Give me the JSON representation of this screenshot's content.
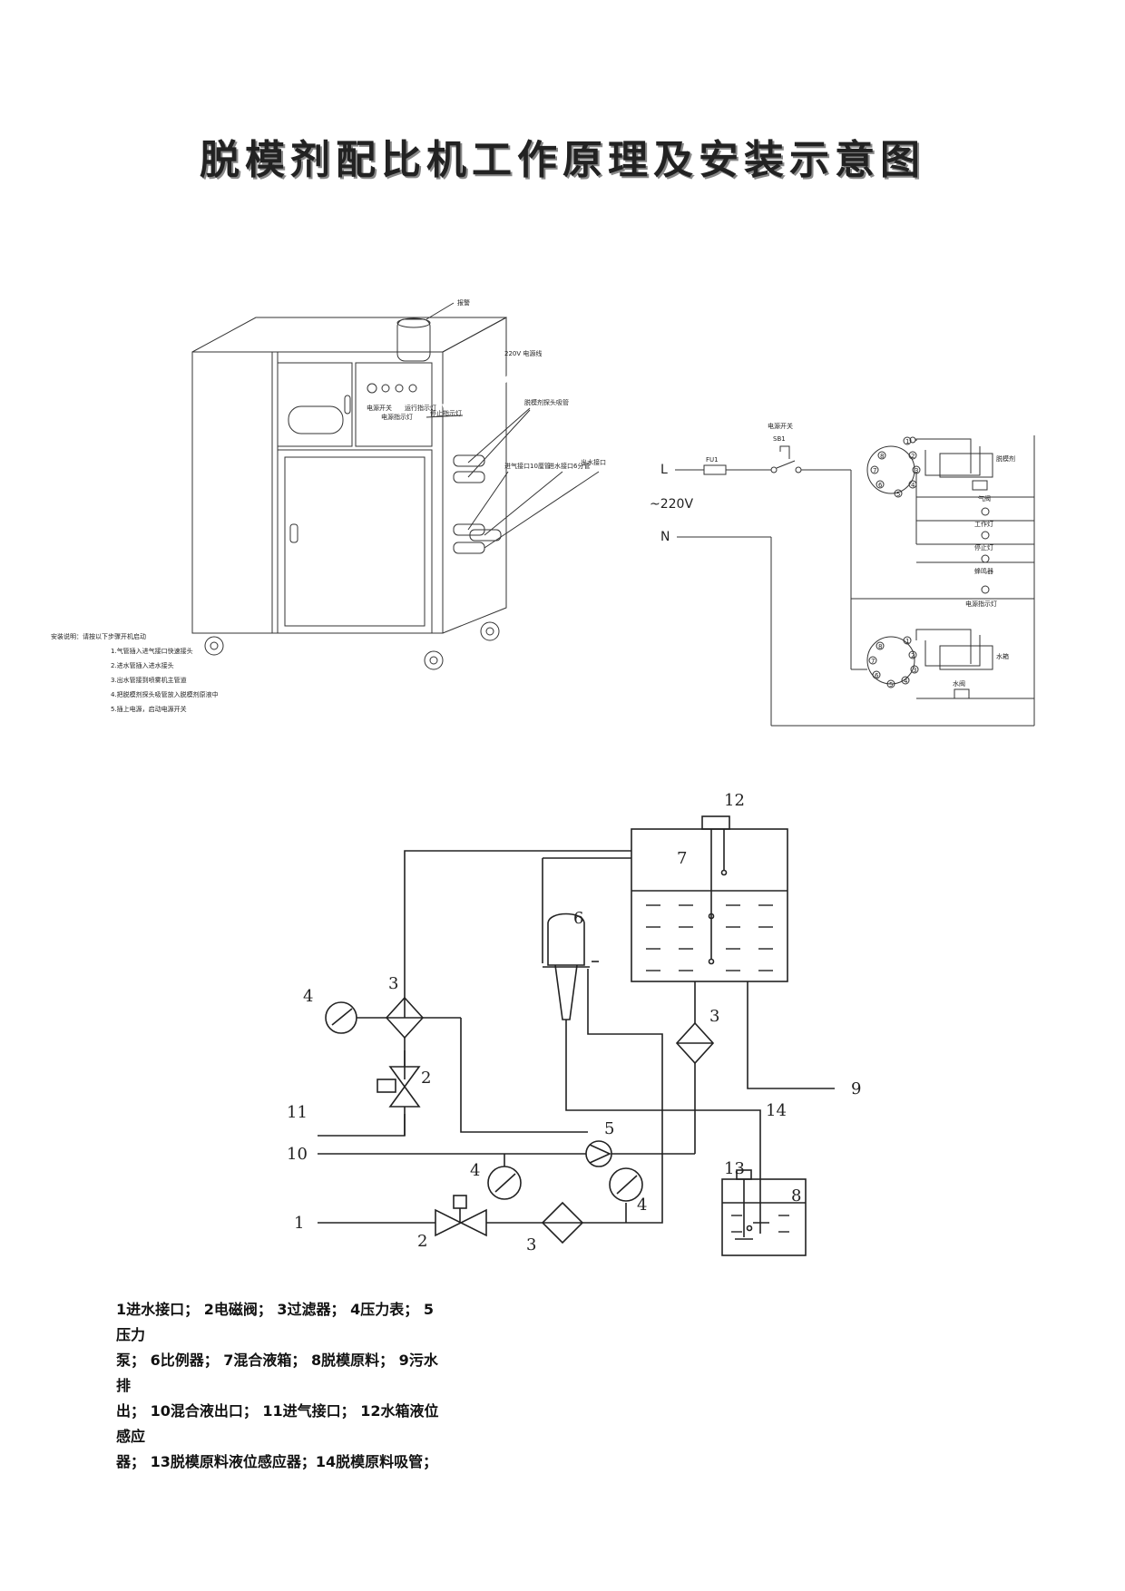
{
  "title": "脱模剂配比机工作原理及安装示意图",
  "machine": {
    "labels": {
      "alarm": "报警",
      "power_cord": "220V 电源线",
      "power_switch": "电源开关",
      "power_lamp": "电源指示灯",
      "run_lamp": "运行指示灯",
      "stop_lamp": "停止指示灯",
      "agent_suction": "脱模剂探头吸管",
      "air_inlet": "进气接口10厘管",
      "water_inlet": "进水接口6分管",
      "water_outlet": "出水接口"
    },
    "install": {
      "heading": "安装说明：请按以下步骤开机启动",
      "steps": [
        "1.气管插入进气接口快速接头",
        "2.进水管插入进水接头",
        "3.出水管接到喷雾机主管道",
        "4.把脱模剂探头吸管放入脱模剂原液中",
        "5.插上电源，启动电源开关"
      ]
    }
  },
  "circuit": {
    "L": "L",
    "N": "N",
    "voltage": "~220V",
    "fuse": "FU1",
    "switch_label": "电源开关",
    "switch_id": "SB1",
    "agent": "脱模剂",
    "air_valve": "气阀",
    "work_lamp": "工作灯",
    "stop_lamp": "停止灯",
    "buzzer": "蜂鸣器",
    "power_lamp": "电源指示灯",
    "water_tank": "水箱",
    "water_valve": "水阀",
    "pins": [
      "1",
      "2",
      "3",
      "4",
      "5",
      "6",
      "7",
      "8"
    ]
  },
  "flow": {
    "numbers": {
      "n1": "1",
      "n2a": "2",
      "n2b": "2",
      "n3a": "3",
      "n3b": "3",
      "n3c": "3",
      "n4a": "4",
      "n4b": "4",
      "n4c": "4",
      "n5": "5",
      "n6": "6",
      "n7": "7",
      "n8": "8",
      "n9": "9",
      "n10": "10",
      "n11": "11",
      "n12": "12",
      "n13": "13",
      "n14": "14"
    }
  },
  "legend": [
    "1进水接口； 2电磁阀； 3过滤器； 4压力表； 5压力",
    "泵； 6比例器； 7混合液箱； 8脱模原料； 9污水排",
    "出； 10混合液出口； 11进气接口； 12水箱液位感应",
    "器； 13脱模原料液位感应器；14脱模原料吸管；"
  ]
}
